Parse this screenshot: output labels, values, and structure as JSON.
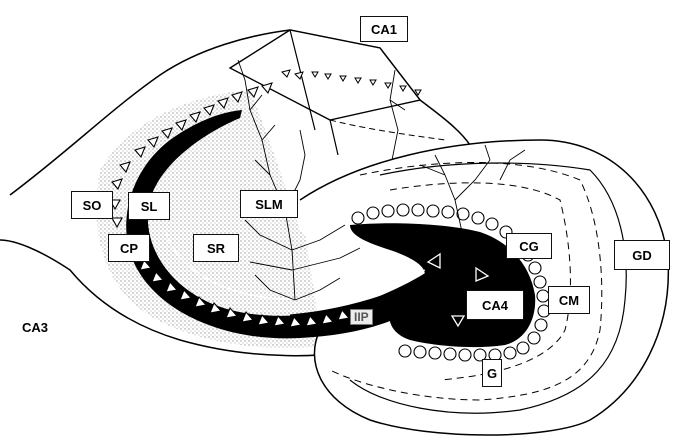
{
  "labels": {
    "ca1": "CA1",
    "ca3": "CA3",
    "ca4": "CA4",
    "so": "SO",
    "sl": "SL",
    "slm": "SLM",
    "cp": "CP",
    "sr": "SR",
    "cg": "CG",
    "gd": "GD",
    "cm": "CM",
    "g": "G",
    "iip": "IIP"
  },
  "colors": {
    "ink": "#000000",
    "stipple": "#dcdcdc",
    "background": "#ffffff"
  }
}
